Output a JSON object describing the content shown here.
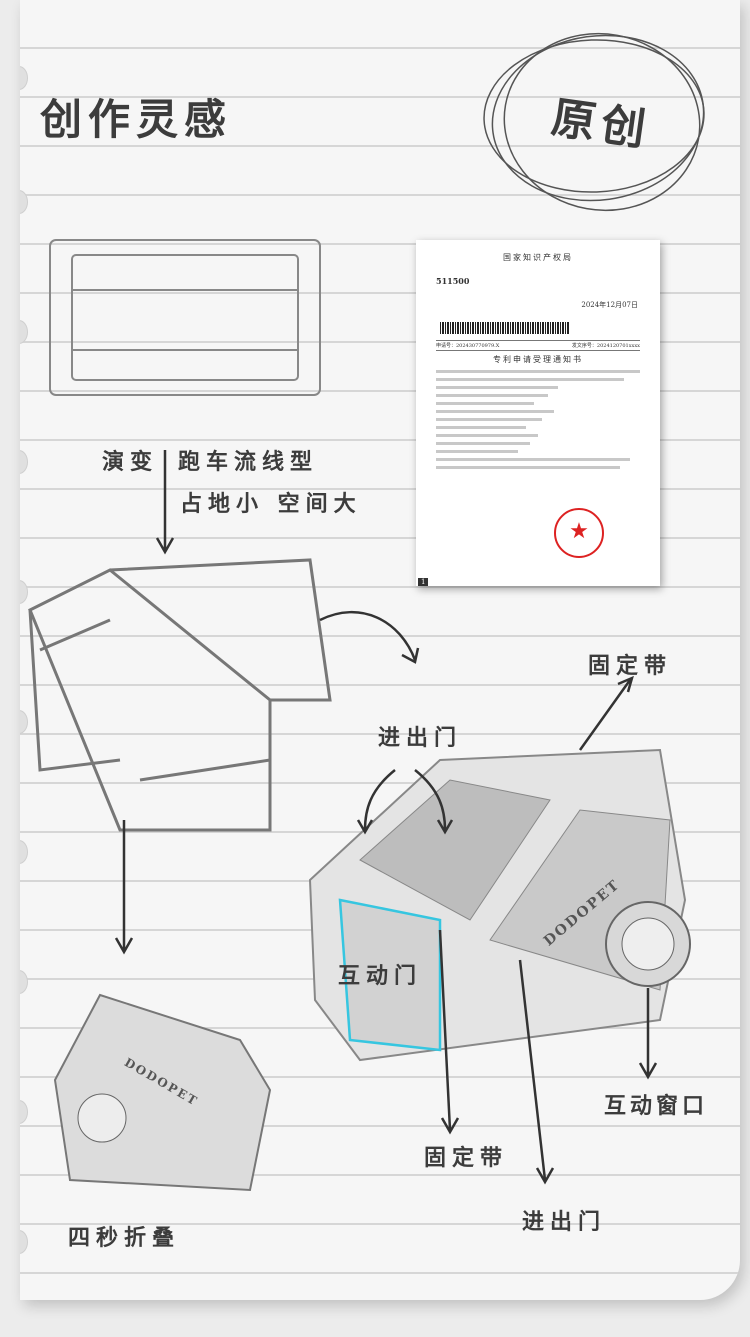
{
  "labels": {
    "title": "创作灵感",
    "badge": "原创",
    "evolve": "演变",
    "sport_line": "跑车流线型",
    "space": "占地小 空间大",
    "strap_top": "固定带",
    "door_top": "进出门",
    "interactive_door": "互动门",
    "window": "互动窗口",
    "strap_bottom": "固定带",
    "door_bottom": "进出门",
    "fold": "四秒折叠",
    "brand_main": "DODOPET",
    "brand_folded": "DODOPET"
  },
  "certificate": {
    "header": "国家知识产权局",
    "code": "511500",
    "date": "2024年12月07日",
    "app_no": "申请号：202430770979.X",
    "issue": "发文序号：2024120701xxxx",
    "title": "专利申请受理通知书",
    "page": "1"
  }
}
